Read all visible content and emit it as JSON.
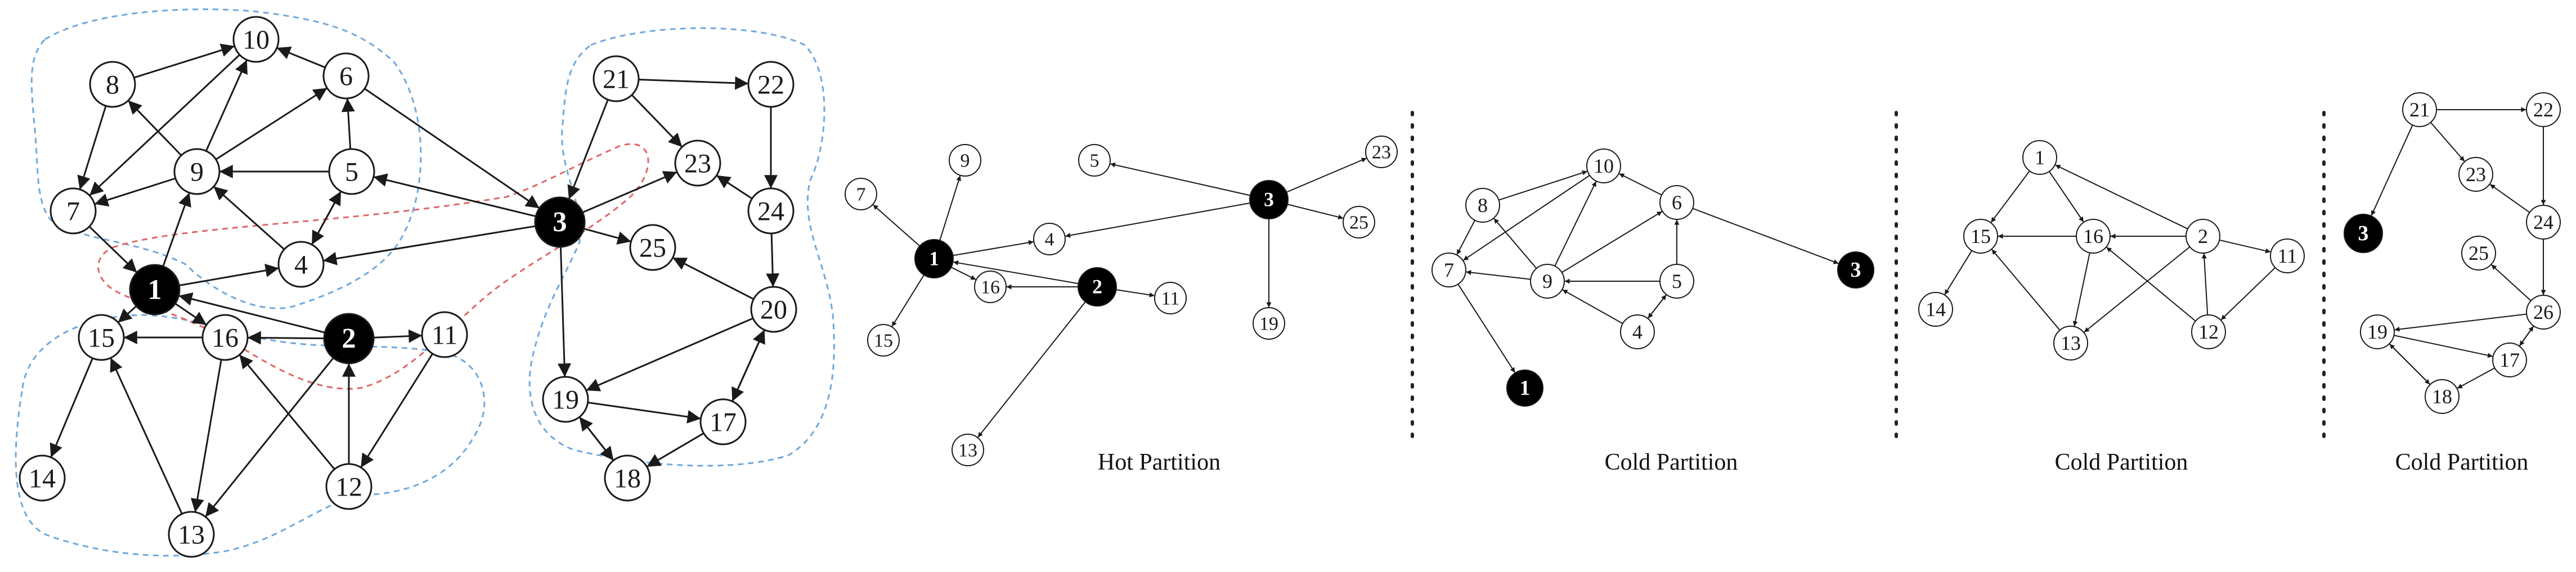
{
  "colors": {
    "stroke": "#1a1a1a",
    "fill_hot": "#000000",
    "fill_normal": "#ffffff",
    "text_on_hot": "#ffffff",
    "blue_outline": "#6fa8dc",
    "red_outline": "#e06666",
    "separator": "#222222"
  },
  "captions": {
    "hot": "Hot Partition",
    "cold_a": "Cold Partition",
    "cold_b": "Cold Partition",
    "cold_c": "Cold Partition"
  },
  "full_graph": {
    "nodes": [
      {
        "id": "n1",
        "label": "1",
        "hot": true
      },
      {
        "id": "n2",
        "label": "2",
        "hot": true
      },
      {
        "id": "n3",
        "label": "3",
        "hot": true
      },
      {
        "id": "n4",
        "label": "4"
      },
      {
        "id": "n5",
        "label": "5"
      },
      {
        "id": "n6",
        "label": "6"
      },
      {
        "id": "n7",
        "label": "7"
      },
      {
        "id": "n8",
        "label": "8"
      },
      {
        "id": "n9",
        "label": "9"
      },
      {
        "id": "n10",
        "label": "10"
      },
      {
        "id": "n11",
        "label": "11"
      },
      {
        "id": "n12",
        "label": "12"
      },
      {
        "id": "n13",
        "label": "13"
      },
      {
        "id": "n14",
        "label": "14"
      },
      {
        "id": "n15",
        "label": "15"
      },
      {
        "id": "n16",
        "label": "16"
      },
      {
        "id": "n17",
        "label": "17"
      },
      {
        "id": "n18",
        "label": "18"
      },
      {
        "id": "n19",
        "label": "19"
      },
      {
        "id": "n20",
        "label": "20"
      },
      {
        "id": "n21",
        "label": "21"
      },
      {
        "id": "n22",
        "label": "22"
      },
      {
        "id": "n23",
        "label": "23"
      },
      {
        "id": "n24",
        "label": "24"
      },
      {
        "id": "n25",
        "label": "25"
      }
    ],
    "edges": [
      [
        "n8",
        "n10"
      ],
      [
        "n9",
        "n10"
      ],
      [
        "n6",
        "n10"
      ],
      [
        "n9",
        "n6"
      ],
      [
        "n5",
        "n6"
      ],
      [
        "n5",
        "n9"
      ],
      [
        "n5",
        "n4"
      ],
      [
        "n4",
        "n5"
      ],
      [
        "n4",
        "n9"
      ],
      [
        "n9",
        "n8"
      ],
      [
        "n8",
        "n7"
      ],
      [
        "n9",
        "n7"
      ],
      [
        "n10",
        "n7"
      ],
      [
        "n7",
        "n1"
      ],
      [
        "n1",
        "n9"
      ],
      [
        "n1",
        "n4"
      ],
      [
        "n6",
        "n3"
      ],
      [
        "n3",
        "n5"
      ],
      [
        "n3",
        "n4"
      ],
      [
        "n3",
        "n23"
      ],
      [
        "n3",
        "n25"
      ],
      [
        "n3",
        "n19"
      ],
      [
        "n21",
        "n3"
      ],
      [
        "n21",
        "n22"
      ],
      [
        "n21",
        "n23"
      ],
      [
        "n22",
        "n24"
      ],
      [
        "n24",
        "n23"
      ],
      [
        "n24",
        "n20"
      ],
      [
        "n20",
        "n25"
      ],
      [
        "n20",
        "n19"
      ],
      [
        "n20",
        "n17"
      ],
      [
        "n17",
        "n20"
      ],
      [
        "n19",
        "n17"
      ],
      [
        "n17",
        "n18"
      ],
      [
        "n19",
        "n18"
      ],
      [
        "n18",
        "n19"
      ],
      [
        "n1",
        "n15"
      ],
      [
        "n1",
        "n16"
      ],
      [
        "n2",
        "n1"
      ],
      [
        "n2",
        "n16"
      ],
      [
        "n16",
        "n15"
      ],
      [
        "n16",
        "n13"
      ],
      [
        "n15",
        "n14"
      ],
      [
        "n13",
        "n15"
      ],
      [
        "n2",
        "n13"
      ],
      [
        "n2",
        "n11"
      ],
      [
        "n12",
        "n16"
      ],
      [
        "n12",
        "n2"
      ],
      [
        "n11",
        "n12"
      ]
    ]
  },
  "hot_graph": {
    "nodes": [
      {
        "id": "h1",
        "label": "1",
        "hot": true
      },
      {
        "id": "h2",
        "label": "2",
        "hot": true
      },
      {
        "id": "h3",
        "label": "3",
        "hot": true
      },
      {
        "id": "h4",
        "label": "4"
      },
      {
        "id": "h5",
        "label": "5"
      },
      {
        "id": "h7",
        "label": "7"
      },
      {
        "id": "h9",
        "label": "9"
      },
      {
        "id": "h11",
        "label": "11"
      },
      {
        "id": "h13",
        "label": "13"
      },
      {
        "id": "h15",
        "label": "15"
      },
      {
        "id": "h16",
        "label": "16"
      },
      {
        "id": "h19",
        "label": "19"
      },
      {
        "id": "h23",
        "label": "23"
      },
      {
        "id": "h25",
        "label": "25"
      }
    ],
    "edges": [
      [
        "h1",
        "h7"
      ],
      [
        "h1",
        "h9"
      ],
      [
        "h1",
        "h4"
      ],
      [
        "h1",
        "h15"
      ],
      [
        "h1",
        "h16"
      ],
      [
        "h2",
        "h1"
      ],
      [
        "h2",
        "h16"
      ],
      [
        "h2",
        "h11"
      ],
      [
        "h2",
        "h13"
      ],
      [
        "h3",
        "h5"
      ],
      [
        "h3",
        "h4"
      ],
      [
        "h3",
        "h23"
      ],
      [
        "h3",
        "h25"
      ],
      [
        "h3",
        "h19"
      ]
    ]
  },
  "cold_graph_a": {
    "nodes": [
      {
        "id": "a1",
        "label": "1",
        "hot": true
      },
      {
        "id": "a3",
        "label": "3",
        "hot": true
      },
      {
        "id": "a4",
        "label": "4"
      },
      {
        "id": "a5",
        "label": "5"
      },
      {
        "id": "a6",
        "label": "6"
      },
      {
        "id": "a7",
        "label": "7"
      },
      {
        "id": "a8",
        "label": "8"
      },
      {
        "id": "a9",
        "label": "9"
      },
      {
        "id": "a10",
        "label": "10"
      }
    ],
    "edges": [
      [
        "a8",
        "a10"
      ],
      [
        "a9",
        "a10"
      ],
      [
        "a6",
        "a10"
      ],
      [
        "a9",
        "a6"
      ],
      [
        "a5",
        "a6"
      ],
      [
        "a5",
        "a9"
      ],
      [
        "a5",
        "a4"
      ],
      [
        "a4",
        "a5"
      ],
      [
        "a4",
        "a9"
      ],
      [
        "a9",
        "a8"
      ],
      [
        "a8",
        "a7"
      ],
      [
        "a9",
        "a7"
      ],
      [
        "a10",
        "a7"
      ],
      [
        "a7",
        "a1"
      ],
      [
        "a6",
        "a3"
      ]
    ]
  },
  "cold_graph_b": {
    "nodes": [
      {
        "id": "b1",
        "label": "1"
      },
      {
        "id": "b2",
        "label": "2"
      },
      {
        "id": "b11",
        "label": "11"
      },
      {
        "id": "b12",
        "label": "12"
      },
      {
        "id": "b13",
        "label": "13"
      },
      {
        "id": "b14",
        "label": "14"
      },
      {
        "id": "b15",
        "label": "15"
      },
      {
        "id": "b16",
        "label": "16"
      }
    ],
    "edges": [
      [
        "b1",
        "b15"
      ],
      [
        "b1",
        "b16"
      ],
      [
        "b2",
        "b1"
      ],
      [
        "b2",
        "b16"
      ],
      [
        "b16",
        "b15"
      ],
      [
        "b16",
        "b13"
      ],
      [
        "b15",
        "b14"
      ],
      [
        "b13",
        "b15"
      ],
      [
        "b2",
        "b13"
      ],
      [
        "b2",
        "b11"
      ],
      [
        "b12",
        "b16"
      ],
      [
        "b12",
        "b2"
      ],
      [
        "b11",
        "b12"
      ]
    ]
  },
  "cold_graph_c": {
    "nodes": [
      {
        "id": "c3",
        "label": "3",
        "hot": true
      },
      {
        "id": "c17",
        "label": "17"
      },
      {
        "id": "c18",
        "label": "18"
      },
      {
        "id": "c19",
        "label": "19"
      },
      {
        "id": "c21",
        "label": "21"
      },
      {
        "id": "c22",
        "label": "22"
      },
      {
        "id": "c23",
        "label": "23"
      },
      {
        "id": "c24",
        "label": "24"
      },
      {
        "id": "c25",
        "label": "25"
      },
      {
        "id": "c26",
        "label": "26"
      }
    ],
    "edges": [
      [
        "c21",
        "c3"
      ],
      [
        "c21",
        "c22"
      ],
      [
        "c21",
        "c23"
      ],
      [
        "c22",
        "c24"
      ],
      [
        "c24",
        "c23"
      ],
      [
        "c24",
        "c26"
      ],
      [
        "c26",
        "c25"
      ],
      [
        "c26",
        "c19"
      ],
      [
        "c26",
        "c17"
      ],
      [
        "c17",
        "c26"
      ],
      [
        "c19",
        "c17"
      ],
      [
        "c17",
        "c18"
      ],
      [
        "c19",
        "c18"
      ],
      [
        "c18",
        "c19"
      ]
    ]
  }
}
